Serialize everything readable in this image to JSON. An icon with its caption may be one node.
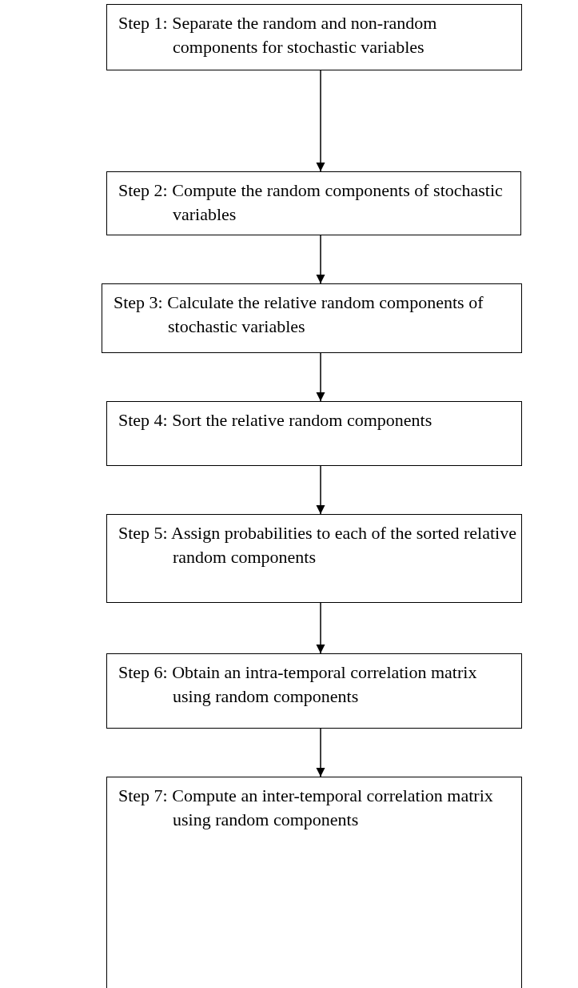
{
  "diagram": {
    "nodes": [
      {
        "text": [
          "Step 1: Separate the random and non-random components for stochastic variables"
        ]
      },
      {
        "text": [
          "Step 2: Compute the random components of stochastic variables"
        ]
      },
      {
        "text": [
          "Step 3: Calculate the relative random components of stochastic variables"
        ]
      },
      {
        "text": [
          "Step 4: Sort the relative random components"
        ]
      },
      {
        "text": [
          "Step 5: Assign probabilities to each of the sorted relative random components"
        ]
      },
      {
        "text": [
          "Step 6: Obtain an intra-temporal correlation matrix using random components"
        ]
      },
      {
        "text": [
          "Step 7: Compute an inter-temporal correlation matrix using random components"
        ]
      }
    ],
    "edges": [
      {
        "from": 0,
        "to": 1,
        "arrow": "to"
      },
      {
        "from": 1,
        "to": 2,
        "arrow": "to"
      },
      {
        "from": 2,
        "to": 3,
        "arrow": "to"
      },
      {
        "from": 3,
        "to": 4,
        "arrow": "to"
      },
      {
        "from": 4,
        "to": 5,
        "arrow": "to"
      },
      {
        "from": 5,
        "to": 6,
        "arrow": "to"
      }
    ]
  }
}
